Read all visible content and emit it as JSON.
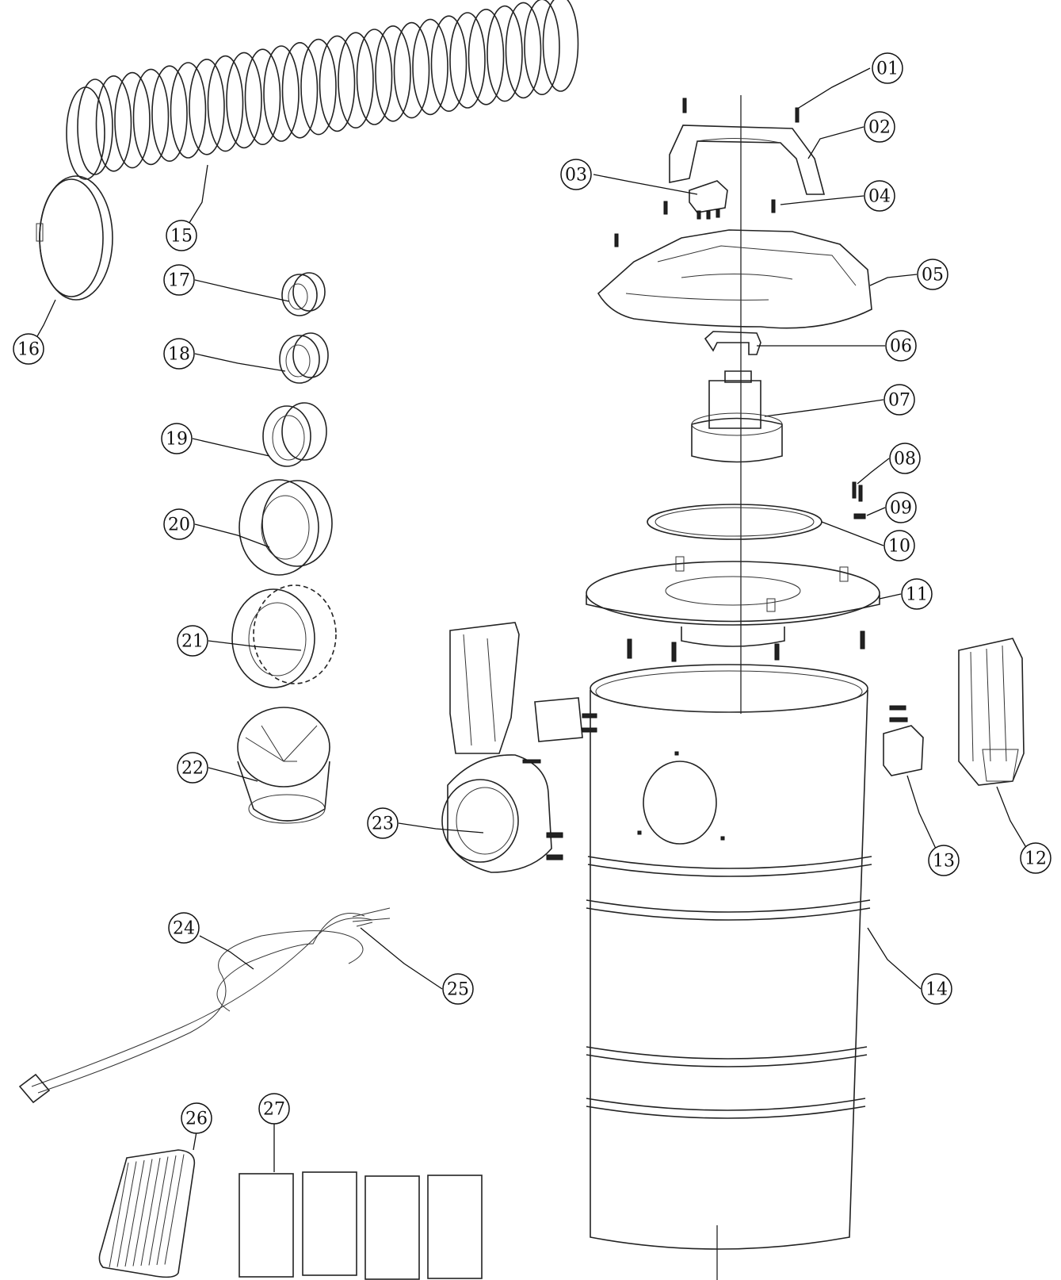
{
  "callouts": [
    {
      "id": "01",
      "label": "01"
    },
    {
      "id": "02",
      "label": "02"
    },
    {
      "id": "03",
      "label": "03"
    },
    {
      "id": "04",
      "label": "04"
    },
    {
      "id": "05",
      "label": "05"
    },
    {
      "id": "06",
      "label": "06"
    },
    {
      "id": "07",
      "label": "07"
    },
    {
      "id": "08",
      "label": "08"
    },
    {
      "id": "09",
      "label": "09"
    },
    {
      "id": "10",
      "label": "10"
    },
    {
      "id": "11",
      "label": "11"
    },
    {
      "id": "12",
      "label": "12"
    },
    {
      "id": "13",
      "label": "13"
    },
    {
      "id": "14",
      "label": "14"
    },
    {
      "id": "15",
      "label": "15"
    },
    {
      "id": "16",
      "label": "16"
    },
    {
      "id": "17",
      "label": "17"
    },
    {
      "id": "18",
      "label": "18"
    },
    {
      "id": "19",
      "label": "19"
    },
    {
      "id": "20",
      "label": "20"
    },
    {
      "id": "21",
      "label": "21"
    },
    {
      "id": "22",
      "label": "22"
    },
    {
      "id": "23",
      "label": "23"
    },
    {
      "id": "24",
      "label": "24"
    },
    {
      "id": "25",
      "label": "25"
    },
    {
      "id": "26",
      "label": "26"
    },
    {
      "id": "27",
      "label": "27"
    }
  ]
}
